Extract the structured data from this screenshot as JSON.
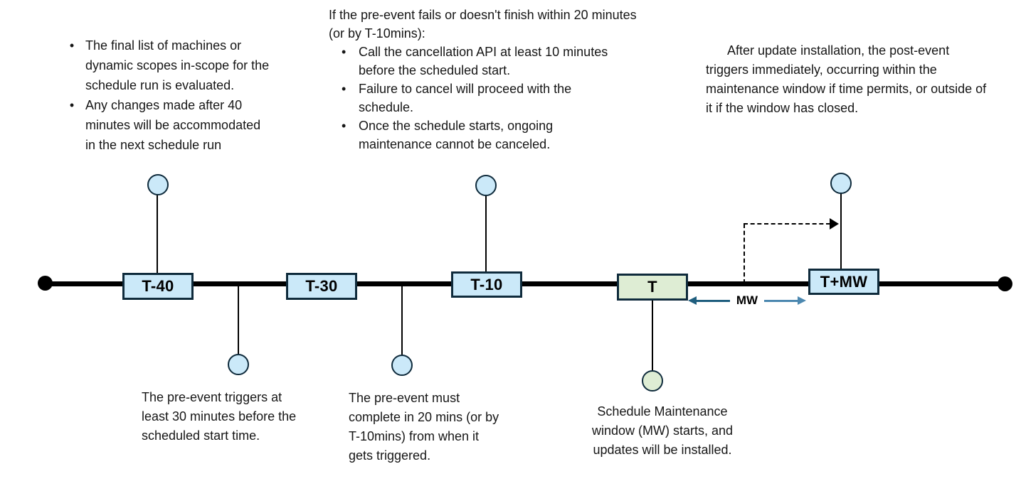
{
  "glyphs": {
    "bullet": "•"
  },
  "colors": {
    "milestone_blue_fill": "#CBE9F9",
    "milestone_green_fill": "#DEEDD4",
    "outline_dark": "#0F2B3C",
    "mw_arrow_dark": "#1F5E7E",
    "mw_arrow_light": "#4C88B0",
    "line_black": "#000000"
  },
  "annotations": {
    "scope_evaluation": {
      "bullets": [
        "The final list of machines or dynamic scopes in-scope for the schedule run is evaluated.",
        "Any changes made after 40 minutes will be accommodated in the next schedule run"
      ]
    },
    "pre_event_failure": {
      "intro": "If the pre-event fails or doesn't finish within 20 minutes (or by T-10mins):",
      "bullets": [
        "Call the cancellation API at least 10 minutes before the scheduled start.",
        "Failure to cancel will proceed with the schedule.",
        "Once the schedule starts, ongoing maintenance cannot be canceled."
      ]
    },
    "post_event": {
      "text": "After update installation, the post-event triggers immediately, occurring within the maintenance window if time permits, or outside of it if the window has closed."
    },
    "pre_event_trigger": {
      "text": "The pre-event triggers at least 30 minutes before the scheduled start time."
    },
    "pre_event_complete": {
      "text": "The pre-event must complete in 20 mins (or by T-10mins) from when it gets triggered."
    },
    "mw_start": {
      "text": "Schedule Maintenance window (MW) starts, and updates will be installed."
    }
  },
  "timeline": {
    "milestones": [
      {
        "label": "T-40"
      },
      {
        "label": "T-30"
      },
      {
        "label": "T-10"
      },
      {
        "label": "T"
      },
      {
        "label": "T+MW"
      }
    ],
    "mw_label": "MW"
  }
}
